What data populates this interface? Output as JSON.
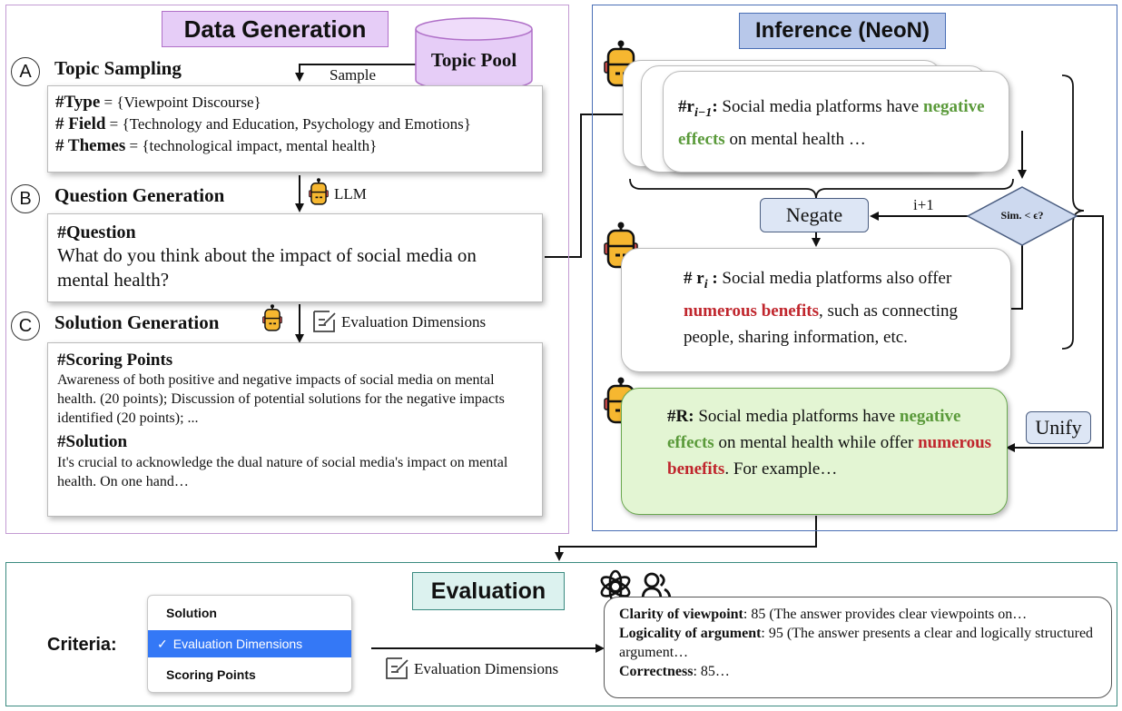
{
  "data_generation": {
    "title": "Data Generation",
    "topic_pool": "Topic Pool",
    "sample_label": "Sample",
    "step_a": {
      "letter": "A",
      "label": "Topic Sampling"
    },
    "type_key": "#Type",
    "type_val": " = {Viewpoint Discourse}",
    "field_key": "# Field",
    "field_val": " = {Technology and Education, Psychology and Emotions}",
    "themes_key": "# Themes",
    "themes_val": " = {technological impact, mental health}",
    "step_b": {
      "letter": "B",
      "label": "Question Generation"
    },
    "llm_label": "LLM",
    "question_head": "#Question",
    "question_text": "What do you think about the impact of social media on mental health?",
    "step_c": {
      "letter": "C",
      "label": "Solution Generation"
    },
    "eval_dims_label": "Evaluation Dimensions",
    "scoring_head": "#Scoring Points",
    "scoring_text": "Awareness of both positive and negative impacts of social media on mental health. (20 points); Discussion of potential solutions for the negative impacts identified (20 points); ...",
    "solution_head": "#Solution",
    "solution_text": "It's crucial to acknowledge the dual nature of social media's impact on mental health. On one hand…"
  },
  "inference": {
    "title": "Inference (NeoN)",
    "r_prev_label": "#r",
    "r_prev_sub": "i−1",
    "r_prev_colon": ":",
    "r_prev_text_1": " Social media platforms have ",
    "r_prev_neg": "negative effects",
    "r_prev_text_2": " on mental health …",
    "negate": "Negate",
    "i_plus": "i+1",
    "sim": "Sim. < ϵ?",
    "r_i_label": "# r",
    "r_i_sub": "i",
    "r_i_colon": " :",
    "r_i_text_1": " Social media platforms also offer ",
    "r_i_ben": "numerous benefits",
    "r_i_text_2": ", such as connecting people, sharing information, etc.",
    "unify": "Unify",
    "R_label": "#R:",
    "R_text_1": " Social media platforms have ",
    "R_neg": "negative effects",
    "R_text_2": " on mental health while offer ",
    "R_ben": "numerous benefits",
    "R_text_3": ". For example…"
  },
  "evaluation": {
    "title": "Evaluation",
    "criteria": "Criteria:",
    "menu": {
      "item1": "Solution",
      "item2": "Evaluation Dimensions",
      "item2_check": "✓",
      "item3": "Scoring Points"
    },
    "eval_dims_label": "Evaluation Dimensions",
    "result_1_key": "Clarity of viewpoint",
    "result_1_val": ": 85 (The answer provides clear viewpoints on…",
    "result_2_key": "Logicality of argument",
    "result_2_val": ": 95 (The answer presents a clear and logically structured argument…",
    "result_3_key": "Correctness",
    "result_3_val": ": 85…"
  },
  "colors": {
    "data_gen_border": "#c39bd3",
    "data_gen_title_bg": "#e6cdf7",
    "inference_border": "#4a6fb5",
    "inference_title_bg": "#b8c8ea",
    "eval_border": "#3a8a80",
    "eval_title_bg": "#dcf2ef",
    "pool_bg": "#e6cdf7",
    "green_text": "#5a9a3a",
    "red_text": "#c0262d",
    "final_box_bg": "#e3f5d3",
    "selected_bg": "#3478f6"
  }
}
